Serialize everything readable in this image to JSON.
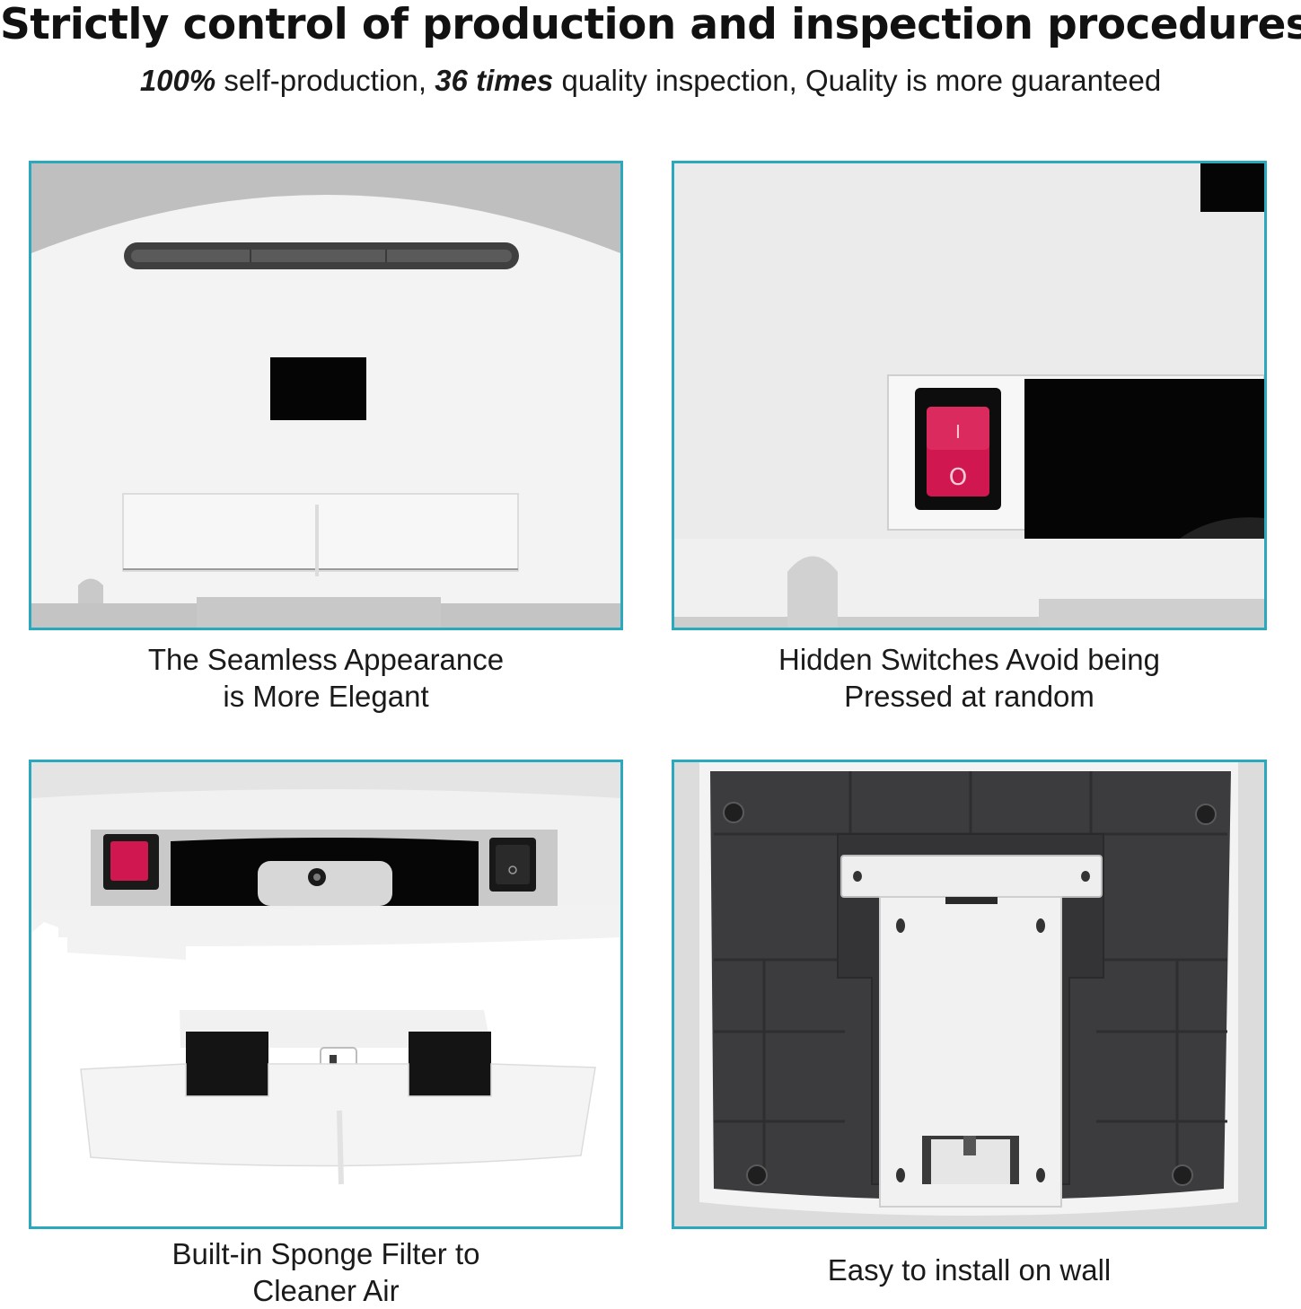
{
  "header": {
    "title": "Strictly control of production and inspection procedures",
    "subtitle": {
      "part1": "100%",
      "part2": " self-production, ",
      "part3": "36 times",
      "part4": " quality inspection, Quality is more guaranteed"
    }
  },
  "panels": [
    {
      "id": "seamless",
      "caption_line1": "The Seamless Appearance",
      "caption_line2": "is More Elegant"
    },
    {
      "id": "hidden-switch",
      "caption_line1": "Hidden Switches Avoid being",
      "caption_line2": "Pressed at random",
      "switch_glyph_on": "I",
      "switch_glyph_off": "O"
    },
    {
      "id": "sponge-filter",
      "caption_line1": "Built-in Sponge Filter to",
      "caption_line2": "Cleaner Air"
    },
    {
      "id": "wall-mount",
      "caption_line1": "Easy to install on wall"
    }
  ],
  "colors": {
    "frame": "#2aa8bd",
    "switch_red": "#d0174f",
    "housing_white": "#f4f4f4",
    "backplate_dark": "#3c3c3e"
  }
}
